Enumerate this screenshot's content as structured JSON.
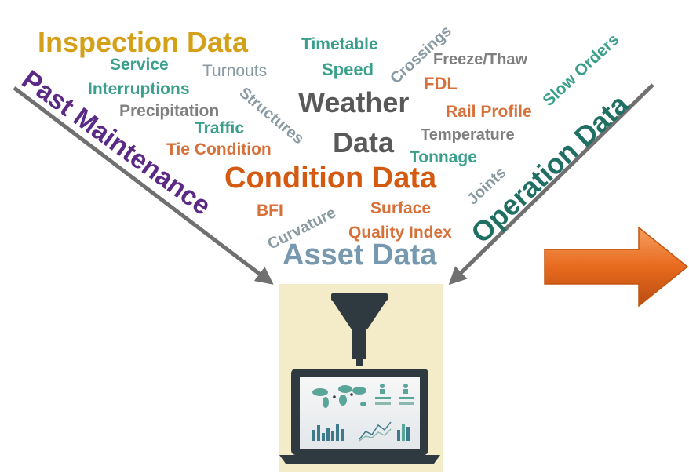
{
  "words": {
    "inspection_data": "Inspection Data",
    "timetable": "Timetable",
    "crossings": "Crossings",
    "slow_orders": "Slow Orders",
    "service": "Service",
    "turnouts": "Turnouts",
    "speed": "Speed",
    "freeze_thaw": "Freeze/Thaw",
    "fdl": "FDL",
    "interruptions": "Interruptions",
    "past_maintenance": "Past Maintenance",
    "precipitation": "Precipitation",
    "structures": "Structures",
    "weather": "Weather",
    "rail_profile": "Rail Profile",
    "operation_data": "Operation Data",
    "traffic": "Traffic",
    "temperature": "Temperature",
    "tie_condition": "Tie Condition",
    "data": "Data",
    "tonnage": "Tonnage",
    "joints": "Joints",
    "condition_data": "Condition Data",
    "bfi": "BFI",
    "curvature": "Curvature",
    "surface": "Surface",
    "quality_index": "Quality Index",
    "asset_data": "Asset Data"
  },
  "colors": {
    "gold": "#d4a017",
    "teal": "#3aa08c",
    "gray": "#7f7f7f",
    "dark_gray": "#595959",
    "orange": "#d8703a",
    "purple": "#5b2a86",
    "dark_teal": "#1f6f62",
    "slate": "#7799b0",
    "burnt_orange": "#d45a12",
    "arrow_gray": "#707070",
    "machine_bg": "#f4ecc9",
    "orange_arrow": "#e86a1e"
  },
  "icons": [
    "funnel-icon",
    "laptop-icon",
    "world-map-icon",
    "people-icon",
    "bar-chart-icon",
    "line-chart-icon",
    "right-arrow-icon"
  ]
}
